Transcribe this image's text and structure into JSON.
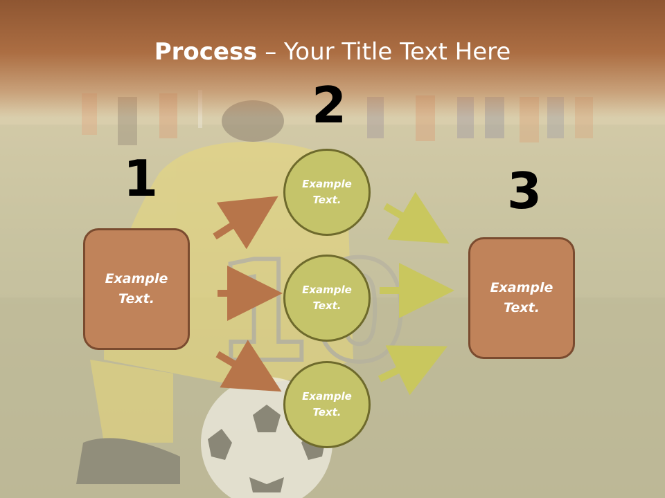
{
  "title": {
    "bold": "Process",
    "rest": " – Your Title Text Here"
  },
  "steps": [
    {
      "number": "1",
      "text": "Example\nText."
    },
    {
      "number": "2",
      "circles": [
        "Example\nText.",
        "Example\nText.",
        "Example\nText."
      ]
    },
    {
      "number": "3",
      "text": "Example\nText."
    }
  ],
  "colors": {
    "title_band": "#9b5b33",
    "box_fill": "#c0835a",
    "box_border": "#7a4b2f",
    "circle_fill": "#c5c46a",
    "circle_border": "#6e6a2c",
    "arrow_left": "#b7754a",
    "arrow_right": "#c9c75e"
  },
  "background": {
    "image": "soccer-player-photo",
    "description_visible": false
  }
}
